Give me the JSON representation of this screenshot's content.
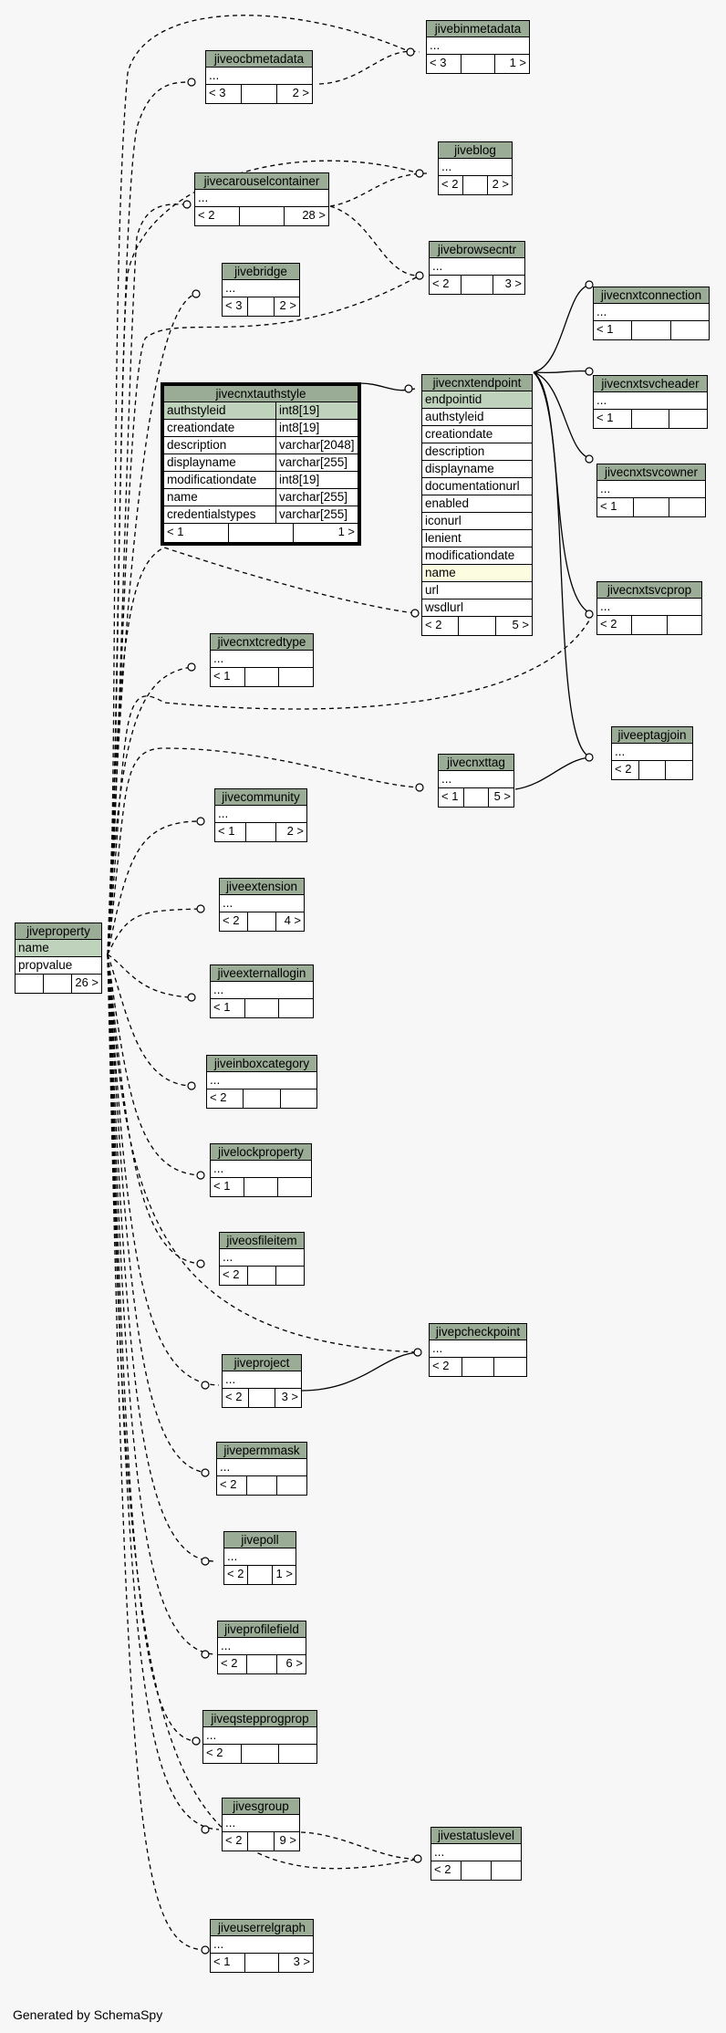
{
  "footer": "Generated by SchemaSpy",
  "colors": {
    "header": "#9aab96",
    "primary_key": "#bfd2bb",
    "highlight": "#fcfce0",
    "background": "#f7f7f7"
  },
  "tables": {
    "jiveproperty": {
      "name": "jiveproperty",
      "rows": [
        "name",
        "propvalue"
      ],
      "foot": [
        "",
        "",
        "26 >"
      ]
    },
    "jivecnxtauthstyle": {
      "name": "jivecnxtauthstyle",
      "rows": [
        {
          "col": "authstyleid",
          "type": "int8[19]"
        },
        {
          "col": "creationdate",
          "type": "int8[19]"
        },
        {
          "col": "description",
          "type": "varchar[2048]"
        },
        {
          "col": "displayname",
          "type": "varchar[255]"
        },
        {
          "col": "modificationdate",
          "type": "int8[19]"
        },
        {
          "col": "name",
          "type": "varchar[255]"
        },
        {
          "col": "credentialstypes",
          "type": "varchar[255]"
        }
      ],
      "foot": [
        "< 1",
        "",
        "1 >"
      ]
    },
    "jivecnxtendpoint": {
      "name": "jivecnxtendpoint",
      "rows": [
        "endpointid",
        "authstyleid",
        "creationdate",
        "description",
        "displayname",
        "documentationurl",
        "enabled",
        "iconurl",
        "lenient",
        "modificationdate",
        "name",
        "url",
        "wsdlurl"
      ],
      "foot": [
        "< 2",
        "",
        "5 >"
      ]
    },
    "jivebinmetadata": {
      "name": "jivebinmetadata",
      "rows": [
        "..."
      ],
      "foot": [
        "< 3",
        "",
        "1 >"
      ]
    },
    "jiveocbmetadata": {
      "name": "jiveocbmetadata",
      "rows": [
        "..."
      ],
      "foot": [
        "< 3",
        "",
        "2 >"
      ]
    },
    "jiveblog": {
      "name": "jiveblog",
      "rows": [
        "..."
      ],
      "foot": [
        "< 2",
        "",
        "2 >"
      ]
    },
    "jivecarouselcontainer": {
      "name": "jivecarouselcontainer",
      "rows": [
        "..."
      ],
      "foot": [
        "< 2",
        "",
        "28 >"
      ]
    },
    "jivebrowsecntr": {
      "name": "jivebrowsecntr",
      "rows": [
        "..."
      ],
      "foot": [
        "< 2",
        "",
        "3 >"
      ]
    },
    "jivebridge": {
      "name": "jivebridge",
      "rows": [
        "..."
      ],
      "foot": [
        "< 3",
        "",
        "2 >"
      ]
    },
    "jivecnxtconnection": {
      "name": "jivecnxtconnection",
      "rows": [
        "..."
      ],
      "foot": [
        "< 1",
        "",
        ""
      ]
    },
    "jivecnxtsvcheader": {
      "name": "jivecnxtsvcheader",
      "rows": [
        "..."
      ],
      "foot": [
        "< 1",
        "",
        ""
      ]
    },
    "jivecnxtsvcowner": {
      "name": "jivecnxtsvcowner",
      "rows": [
        "..."
      ],
      "foot": [
        "< 1",
        "",
        ""
      ]
    },
    "jivecnxtsvcprop": {
      "name": "jivecnxtsvcprop",
      "rows": [
        "..."
      ],
      "foot": [
        "< 2",
        "",
        ""
      ]
    },
    "jivecnxtcredtype": {
      "name": "jivecnxtcredtype",
      "rows": [
        "..."
      ],
      "foot": [
        "< 1",
        "",
        ""
      ]
    },
    "jivecnxttag": {
      "name": "jivecnxttag",
      "rows": [
        "..."
      ],
      "foot": [
        "< 1",
        "",
        "5 >"
      ]
    },
    "jiveeptagjoin": {
      "name": "jiveeptagjoin",
      "rows": [
        "..."
      ],
      "foot": [
        "< 2",
        "",
        ""
      ]
    },
    "jivecommunity": {
      "name": "jivecommunity",
      "rows": [
        "..."
      ],
      "foot": [
        "< 1",
        "",
        "2 >"
      ]
    },
    "jiveextension": {
      "name": "jiveextension",
      "rows": [
        "..."
      ],
      "foot": [
        "< 2",
        "",
        "4 >"
      ]
    },
    "jiveexternallogin": {
      "name": "jiveexternallogin",
      "rows": [
        "..."
      ],
      "foot": [
        "< 1",
        "",
        ""
      ]
    },
    "jiveinboxcategory": {
      "name": "jiveinboxcategory",
      "rows": [
        "..."
      ],
      "foot": [
        "< 2",
        "",
        ""
      ]
    },
    "jivelockproperty": {
      "name": "jivelockproperty",
      "rows": [
        "..."
      ],
      "foot": [
        "< 1",
        "",
        ""
      ]
    },
    "jiveosfileitem": {
      "name": "jiveosfileitem",
      "rows": [
        "..."
      ],
      "foot": [
        "< 2",
        "",
        ""
      ]
    },
    "jivepcheckpoint": {
      "name": "jivepcheckpoint",
      "rows": [
        "..."
      ],
      "foot": [
        "< 2",
        "",
        ""
      ]
    },
    "jiveproject": {
      "name": "jiveproject",
      "rows": [
        "..."
      ],
      "foot": [
        "< 2",
        "",
        "3 >"
      ]
    },
    "jivepermmask": {
      "name": "jivepermmask",
      "rows": [
        "..."
      ],
      "foot": [
        "< 2",
        "",
        ""
      ]
    },
    "jivepoll": {
      "name": "jivepoll",
      "rows": [
        "..."
      ],
      "foot": [
        "< 2",
        "",
        "1 >"
      ]
    },
    "jiveprofilefield": {
      "name": "jiveprofilefield",
      "rows": [
        "..."
      ],
      "foot": [
        "< 2",
        "",
        "6 >"
      ]
    },
    "jiveqstepprogprop": {
      "name": "jiveqstepprogprop",
      "rows": [
        "..."
      ],
      "foot": [
        "< 2",
        "",
        ""
      ]
    },
    "jivesgroup": {
      "name": "jivesgroup",
      "rows": [
        "..."
      ],
      "foot": [
        "< 2",
        "",
        "9 >"
      ]
    },
    "jivestatuslevel": {
      "name": "jivestatuslevel",
      "rows": [
        "..."
      ],
      "foot": [
        "< 2",
        "",
        ""
      ]
    },
    "jiveuserrelgraph": {
      "name": "jiveuserrelgraph",
      "rows": [
        "..."
      ],
      "foot": [
        "< 1",
        "",
        "3 >"
      ]
    }
  }
}
